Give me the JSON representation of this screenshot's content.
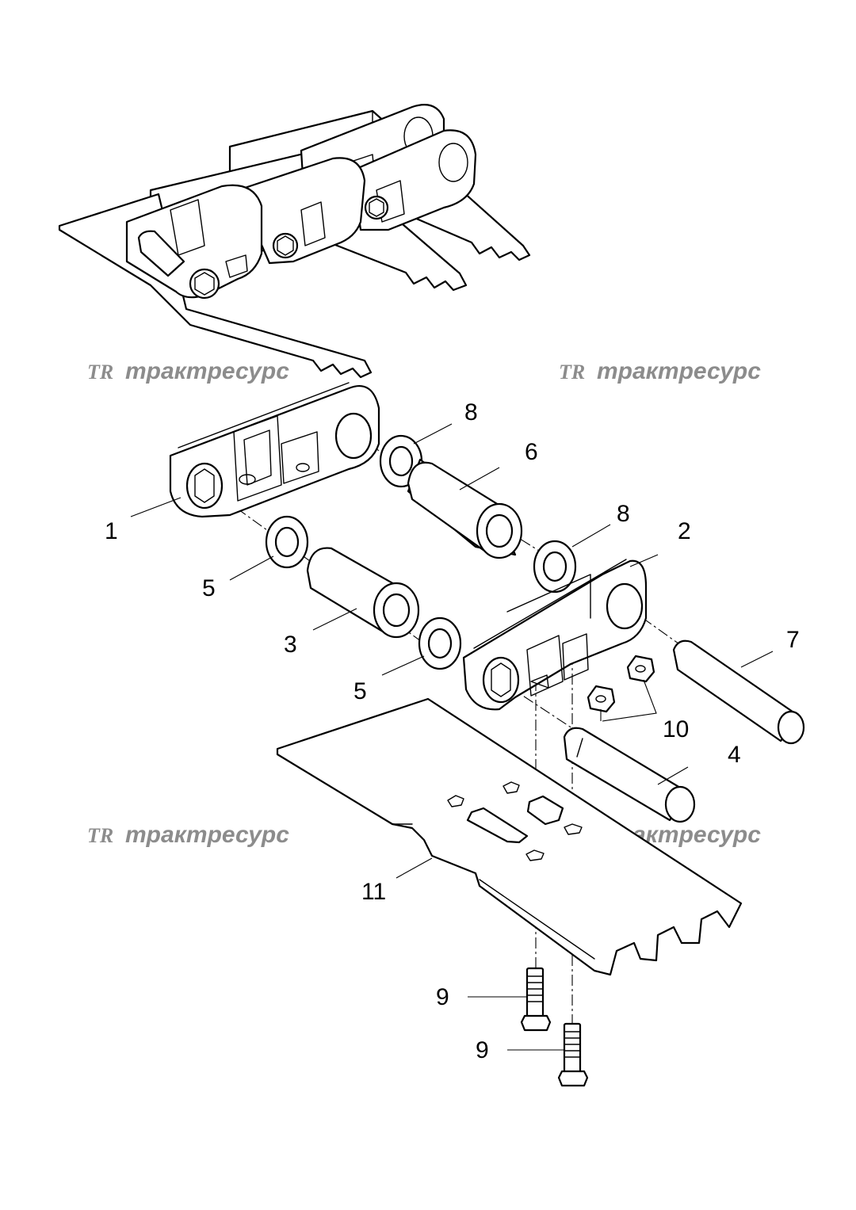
{
  "watermark": {
    "brand": "трактресурс",
    "logo_initials": "TR",
    "color": "#8c8c8c"
  },
  "callouts": {
    "c1": "1",
    "c2": "2",
    "c3": "3",
    "c4": "4",
    "c5a": "5",
    "c5b": "5",
    "c6": "6",
    "c7": "7",
    "c8a": "8",
    "c8b": "8",
    "c9a": "9",
    "c9b": "9",
    "c10": "10",
    "c11": "11"
  }
}
